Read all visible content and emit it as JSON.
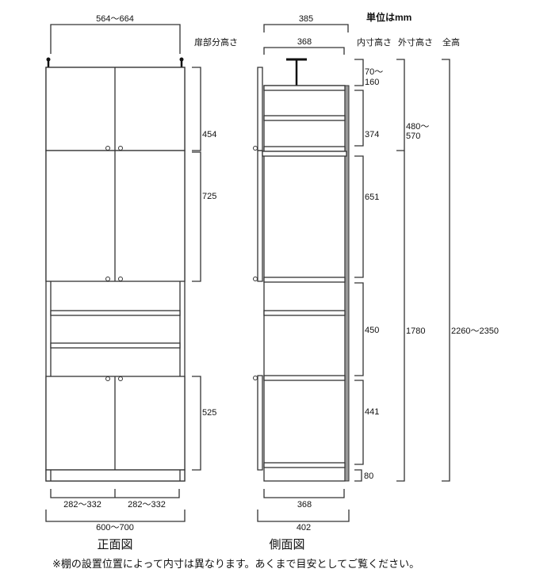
{
  "units_label": "単位はmm",
  "front": {
    "title": "正面図",
    "top_width": "564～664",
    "door_height_header": "扉部分高さ",
    "door_heights": [
      "454",
      "725",
      "525"
    ],
    "door_widths": [
      "282～332",
      "282～332"
    ],
    "total_width": "600～700"
  },
  "side": {
    "title": "側面図",
    "top_depth_outer": "385",
    "top_depth_inner": "368",
    "bottom_depth_inner": "368",
    "bottom_depth_outer": "402",
    "headers": {
      "inner": "内寸高さ",
      "outer": "外寸高さ",
      "total": "全高"
    },
    "inner_heights": [
      "70～",
      "160",
      "374",
      "651",
      "450",
      "441",
      "80"
    ],
    "outer_heights": [
      "480～",
      "570",
      "1780"
    ],
    "total_height": "2260～2350"
  },
  "note": "※棚の設置位置によって内寸は異なります。あくまで目安としてご覧ください。"
}
